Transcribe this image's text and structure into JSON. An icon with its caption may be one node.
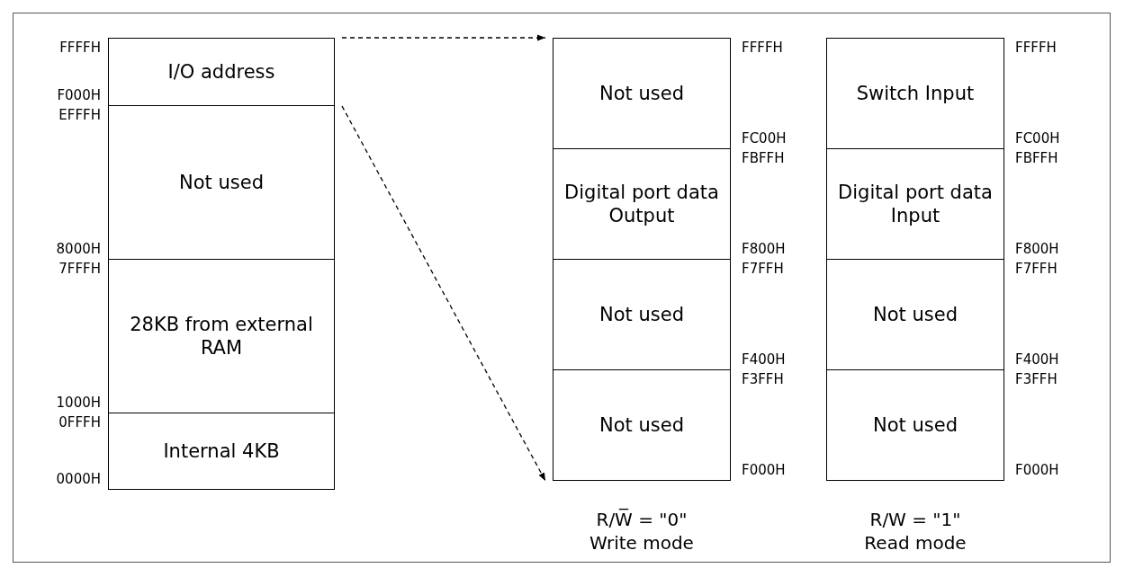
{
  "diagram": {
    "nodes": [
      {
        "text": [
          "I/O address"
        ],
        "beside": [
          "FFFFH",
          "F000H"
        ]
      },
      {
        "text": [
          "Not used"
        ],
        "beside": [
          "EFFFH",
          "8000H"
        ]
      },
      {
        "text": [
          "28KB from external RAM"
        ],
        "beside": [
          "7FFFH",
          "1000H"
        ]
      },
      {
        "text": [
          "Internal 4KB"
        ],
        "beside": [
          "0FFFH",
          "0000H"
        ]
      },
      {
        "text": [
          "Not used"
        ],
        "beside": [
          "FFFFH",
          "FC00H"
        ]
      },
      {
        "text": [
          "Digital port data Output"
        ],
        "beside": [
          "FBFFH",
          "F800H"
        ]
      },
      {
        "text": [
          "Not used"
        ],
        "beside": [
          "F7FFH",
          "F400H"
        ]
      },
      {
        "text": [
          "Not used"
        ],
        "beside": [
          "F3FFH",
          "F000H"
        ]
      },
      {
        "text": [
          "Switch Input"
        ],
        "beside": [
          "FFFFH",
          "FC00H"
        ]
      },
      {
        "text": [
          "Digital port data Input"
        ],
        "beside": [
          "FBFFH",
          "F800H"
        ]
      },
      {
        "text": [
          "Not used"
        ],
        "beside": [
          "F7FFH",
          "F400H"
        ]
      },
      {
        "text": [
          "Not used"
        ],
        "beside": [
          "F3FFH",
          "F000H"
        ]
      }
    ],
    "edges": [
      {
        "from": 0,
        "to": 4,
        "arrow": "to",
        "style": "dashed"
      },
      {
        "from": 0,
        "to": 7,
        "arrow": "to",
        "style": "dashed"
      }
    ],
    "labels": [
      "R/W̅ = \"0\"",
      "Write mode",
      "R/W = \"1\"",
      "Read mode"
    ]
  }
}
